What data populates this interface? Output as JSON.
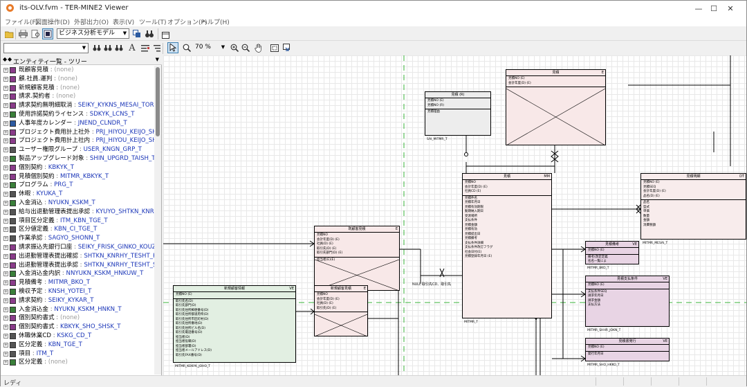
{
  "window": {
    "title": "its-OLV.fvm - TER-MINE2 Viewer",
    "minimize": "—",
    "maximize": "☐",
    "close": "✕"
  },
  "menu": [
    "ファイル(F)",
    "図面操作(D)",
    "外部出力(O)",
    "表示(V)",
    "ツール(T)",
    "オプション(P)",
    "ヘルプ(H)"
  ],
  "toolbar": {
    "model_select": "ビジネス分析モデル",
    "zoom": "70 %"
  },
  "left_panel": {
    "title": "エンティティ一覧 - ツリー"
  },
  "tree": [
    {
      "name": "既顧客見積",
      "phys": "(none)",
      "icon": "p"
    },
    {
      "name": "顧.社員.運判",
      "phys": "(none)",
      "icon": "p"
    },
    {
      "name": "新規顧客見積",
      "phys": "(none)",
      "icon": "p"
    },
    {
      "name": "請求.契約者",
      "phys": "(none)",
      "icon": "p"
    },
    {
      "name": "請求契約無明細取消",
      "phys": "SEIKY_KYKNS_MESAI_TORKS",
      "icon": "p"
    },
    {
      "name": "使用許諾契約ライセンス",
      "phys": "SDKYK_LCNS_T",
      "icon": "g"
    },
    {
      "name": "人事年度カレンダー",
      "phys": "JNEND_CLNDR_T",
      "icon": "b"
    },
    {
      "name": "プロジェクト費用計上社外",
      "phys": "PRJ_HIYOU_KEIJO_SHGA",
      "icon": "p"
    },
    {
      "name": "プロジェクト費用計上社内",
      "phys": "PRJ_HIYOU_KEIJO_SHNA",
      "icon": "p"
    },
    {
      "name": "ユーザー権限グループ",
      "phys": "USER_KNGN_GRP_T",
      "icon": "k"
    },
    {
      "name": "製品アップグレード対象",
      "phys": "SHIN_UPGRD_TAISH_T",
      "icon": "g"
    },
    {
      "name": "個別契約",
      "phys": "KBKYK_T",
      "icon": "p"
    },
    {
      "name": "見積個別契約",
      "phys": "MITMR_KBKYK_T",
      "icon": "p"
    },
    {
      "name": "プログラム",
      "phys": "PRG_T",
      "icon": "g"
    },
    {
      "name": "休暇",
      "phys": "KYUKA_T",
      "icon": "k"
    },
    {
      "name": "入金消込",
      "phys": "NYUKN_KSKM_T",
      "icon": "g"
    },
    {
      "name": "給与出退勤管理表提出承認",
      "phys": "KYUYO_SHTKN_KNRI",
      "icon": "k"
    },
    {
      "name": "項目区分定義",
      "phys": "ITM_KBN_TGE_T",
      "icon": "k"
    },
    {
      "name": "区分値定義",
      "phys": "KBN_CI_TGE_T",
      "icon": "k"
    },
    {
      "name": "作業承認",
      "phys": "SAGYO_SHONN_T",
      "icon": "k"
    },
    {
      "name": "請求振込先銀行口座",
      "phys": "SEIKY_FRISK_GINKO_KOUZA",
      "icon": "p"
    },
    {
      "name": "出退勤管理表提出確認",
      "phys": "SHTKN_KNRHY_TESHT_KI",
      "icon": "p"
    },
    {
      "name": "出退勤管理表提出承認",
      "phys": "SHTKN_KNRHY_TESHT_SH",
      "icon": "p"
    },
    {
      "name": "入金消込金内訳",
      "phys": "NNYUKN_KSKM_HNKUW_T",
      "icon": "g"
    },
    {
      "name": "見積備考",
      "phys": "MITMR_BKO_T",
      "icon": "p"
    },
    {
      "name": "検収予定",
      "phys": "KNSH_YOTEI_T",
      "icon": "g"
    },
    {
      "name": "請求契約",
      "phys": "SEIKY_KYKAR_T",
      "icon": "p"
    },
    {
      "name": "入金消込金",
      "phys": "NYUKN_KSKM_HNKN_T",
      "icon": "g"
    },
    {
      "name": "個別契約書式",
      "phys": "(none)",
      "icon": "p"
    },
    {
      "name": "個別契約書式",
      "phys": "KBKYK_SHO_SHSK_T",
      "icon": "p"
    },
    {
      "name": "休職休業CD",
      "phys": "KSKG_CD_T",
      "icon": "k"
    },
    {
      "name": "区分定義",
      "phys": "KBN_TGE_T",
      "icon": "k"
    },
    {
      "name": "項目",
      "phys": "ITM_T",
      "icon": "k"
    },
    {
      "name": "区分定義",
      "phys": "(none)",
      "icon": "g"
    }
  ],
  "status": {
    "text": "レディ"
  },
  "diagram": {
    "entities": [
      {
        "id": "e1",
        "title": "見積",
        "flag": "E",
        "pk": [
          "見積NO (E)",
          "会計年度(D) (E)"
        ],
        "attrs": [],
        "caption": "",
        "color": "#f8e8e8",
        "hatch": true
      },
      {
        "id": "e2",
        "title": "見積 (R)",
        "flag": "",
        "pk": [
          "見積NO (E)",
          "見積NO (R)"
        ],
        "attrs": [
          "見積理由"
        ],
        "caption": "SAI_MITMR_T",
        "color": "#ededed",
        "hatch": false
      },
      {
        "id": "e3",
        "title": "見積",
        "flag": "MM",
        "pk": [
          "見積NO",
          "会計年度(D) (E)",
          "社員CD (E)"
        ],
        "attrs": [
          "見積件名",
          "見積年月日",
          "見積有効期限",
          "動期納入期日",
          "受渡場所",
          "支払条件",
          "見積金額",
          "見積有効",
          "見積提出日",
          "見積備考",
          "支払条件詳細",
          "支払条件改訂フラグ",
          "社会日付(E)",
          "見積登録年月日 (E)"
        ],
        "caption": "MITMR_T",
        "color": "#f8ecec",
        "hatch": false
      },
      {
        "id": "e4",
        "title": "見積明細",
        "flag": "DT",
        "pk": [
          "見積NO (E)",
          "見積SEQ",
          "会計年度(D) (E)",
          "品名(D) (E)"
        ],
        "attrs": [
          "品名",
          "型式",
          "単価",
          "数量",
          "金額",
          "消費税額"
        ],
        "caption": "MITMR_MESAI_T",
        "color": "#f8ecec",
        "hatch": false
      },
      {
        "id": "e5",
        "title": "既顧客見積",
        "flag": "E",
        "pk": [
          "見積NO",
          "会計年度(D) (E)",
          "社員(D) (E)",
          "取引先(D) (E)",
          "取引先部門(D) (E)"
        ],
        "attrs": [
          "担当者(E)(E)"
        ],
        "caption": "",
        "color": "#f8e8e8",
        "hatch": true
      },
      {
        "id": "e6",
        "title": "新規顧客見積",
        "flag": "E",
        "pk": [
          "見積NO",
          "会計年度(D) (E)",
          "社員(D) (E)",
          "取引先(D) (E)"
        ],
        "attrs": [],
        "caption": "",
        "color": "#f8e8e8",
        "hatch": true
      },
      {
        "id": "e7",
        "title": "新規顧客情報",
        "flag": "VE",
        "pk": [
          "見積NO (E)"
        ],
        "attrs": [
          "取引先名(D)",
          "取引先部門(D)",
          "取引先住所郵便番号(D)",
          "取引先住所都道府県(D)",
          "取引先住所市区町村(D)",
          "取引先住所番地(D)",
          "取引先住所ビル名(D)",
          "取引先電話番号(D)",
          "担当者(D)",
          "担当者役職(D)",
          "担当者部署(D)",
          "担当者メールアドレス(D)",
          "取引先FAX番号(D)"
        ],
        "caption": "MITMR_KOKYK_JOHO_T",
        "color": "#e2efe2",
        "hatch": false
      },
      {
        "id": "e8",
        "title": "見積備考",
        "flag": "VE",
        "pk": [
          "見積NO (E)"
        ],
        "attrs": [
          "備考(改定定義",
          "名名一覧によ"
        ],
        "caption": "MITMR_BKO_T",
        "color": "#e8d4e4",
        "hatch": false
      },
      {
        "id": "e9",
        "title": "見積支払条件",
        "flag": "VE",
        "pk": [
          "見積NO (E)"
        ],
        "attrs": [
          "支払条件SEQ",
          "請求年月日",
          "請求金額",
          "支払方法"
        ],
        "caption": "MITMR_SHHR_JOKN_T",
        "color": "#e8d4e4",
        "hatch": false
      },
      {
        "id": "e10",
        "title": "見積書発行",
        "flag": "VE",
        "pk": [
          "見積NO (E)"
        ],
        "attrs": [
          "発行年月日"
        ],
        "caption": "MITMR_SHO_HKKO_T",
        "color": "#e8d4e4",
        "hatch": false
      }
    ],
    "label": "NULL 取引先CD、取引先"
  }
}
